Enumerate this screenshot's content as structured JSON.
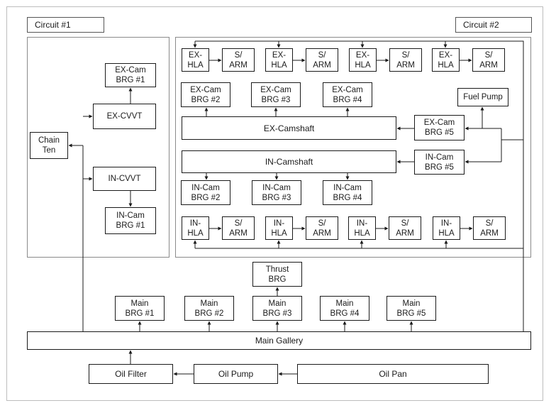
{
  "circuits": {
    "c1": "Circuit #1",
    "c2": "Circuit #2"
  },
  "circuit1": {
    "ex_cam_brg1": "EX-Cam\nBRG #1",
    "ex_cvvt": "EX-CVVT",
    "chain_ten": "Chain\nTen",
    "in_cvvt": "IN-CVVT",
    "in_cam_brg1": "IN-Cam\nBRG #1"
  },
  "circuit2": {
    "ex_hla": [
      "EX-\nHLA",
      "EX-\nHLA",
      "EX-\nHLA",
      "EX-\nHLA"
    ],
    "ex_sarm": [
      "S/\nARM",
      "S/\nARM",
      "S/\nARM",
      "S/\nARM"
    ],
    "ex_cam_brgs": [
      "EX-Cam\nBRG #2",
      "EX-Cam\nBRG #3",
      "EX-Cam\nBRG #4"
    ],
    "fuel_pump": "Fuel Pump",
    "ex_camshaft": "EX-Camshaft",
    "ex_cam_brg5": "EX-Cam\nBRG #5",
    "in_camshaft": "IN-Camshaft",
    "in_cam_brg5": "IN-Cam\nBRG #5",
    "in_cam_brgs": [
      "IN-Cam\nBRG #2",
      "IN-Cam\nBRG #3",
      "IN-Cam\nBRG #4"
    ],
    "in_hla": [
      "IN-\nHLA",
      "IN-\nHLA",
      "IN-\nHLA",
      "IN-\nHLA"
    ],
    "in_sarm": [
      "S/\nARM",
      "S/\nARM",
      "S/\nARM",
      "S/\nARM"
    ]
  },
  "lower": {
    "thrust_brg": "Thrust\nBRG",
    "main_brgs": [
      "Main\nBRG #1",
      "Main\nBRG #2",
      "Main\nBRG #3",
      "Main\nBRG #4",
      "Main\nBRG #5"
    ],
    "main_gallery": "Main Gallery",
    "oil_filter": "Oil Filter",
    "oil_pump": "Oil Pump",
    "oil_pan": "Oil Pan"
  }
}
